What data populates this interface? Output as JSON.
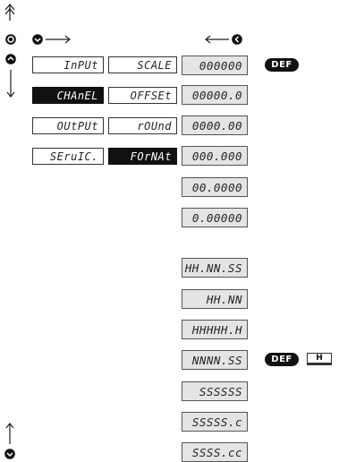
{
  "menu": {
    "col1": [
      {
        "label": "InPUt",
        "selected": false
      },
      {
        "label": "CHAnEL",
        "selected": true
      },
      {
        "label": "OUtPUt",
        "selected": false
      },
      {
        "label": "SEruIC.",
        "selected": false
      }
    ],
    "col2": [
      {
        "label": "SCALE",
        "selected": false
      },
      {
        "label": "OFFSEt",
        "selected": false
      },
      {
        "label": "rOUnd",
        "selected": false
      },
      {
        "label": "FOrNAt",
        "selected": true
      }
    ]
  },
  "formats": [
    "000000",
    "00000.0",
    "0000.00",
    "000.000",
    "00.0000",
    "0.00000",
    "HH.NN.SS",
    "HH.NN",
    "HHHHH.H",
    "NNNN.SS",
    "SSSSSS",
    "SSSSS.c",
    "SSSS.cc"
  ],
  "badges": {
    "def_top": "DEF",
    "def_bottom": "DEF",
    "h": "H"
  },
  "icons": [
    "arrow-up-double-icon",
    "enter-icon",
    "down-right-icon",
    "left-back-icon",
    "up-down-icon",
    "down-up-icon"
  ]
}
